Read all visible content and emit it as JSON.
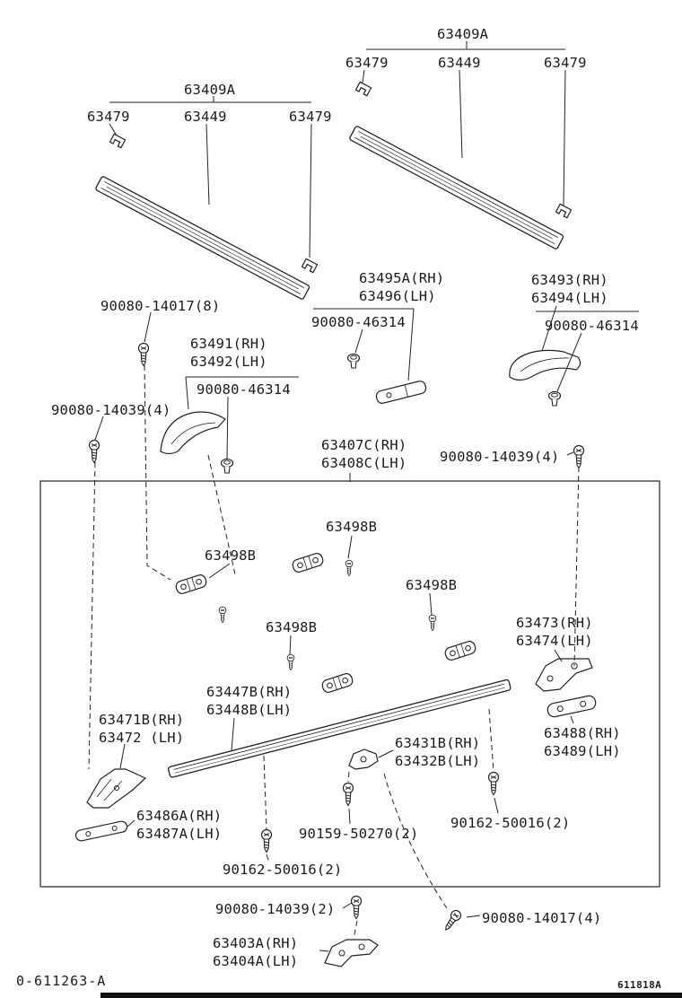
{
  "doc": {
    "drawing_number": "0-611263-A",
    "sheet_code": "611818A",
    "bg_color": "#ffffff",
    "line_color": "#222222"
  },
  "labels": {
    "rack_assy_right": "63409A",
    "rack_cap_right_front": "63479",
    "rack_rail_right": "63449",
    "rack_cap_right_rear": "63479",
    "rack_assy_left": "63409A",
    "rack_cap_left_front": "63479",
    "rack_rail_left": "63449",
    "rack_cap_left_rear": "63479",
    "screw_14017_8": "90080-14017(8)",
    "moulding_495": {
      "l1": "63495A(RH)",
      "l2": "63496(LH)"
    },
    "moulding_493": {
      "l1": "63493(RH)",
      "l2": "63494(LH)"
    },
    "grommet_a": "90080-46314",
    "grommet_b": "90080-46314",
    "grommet_c": "90080-46314",
    "moulding_491": {
      "l1": "63491(RH)",
      "l2": "63492(LH)"
    },
    "screw_14039_4_left": "90080-14039(4)",
    "assy_407": {
      "l1": "63407C(RH)",
      "l2": "63408C(LH)"
    },
    "screw_14039_4_right": "90080-14039(4)",
    "clip_498_1": "63498B",
    "clip_498_2": "63498B",
    "clip_498_3": "63498B",
    "clip_498_4": "63498B",
    "bracket_473": {
      "l1": "63473(RH)",
      "l2": "63474(LH)"
    },
    "moulding_447": {
      "l1": "63447B(RH)",
      "l2": "63448B(LH)"
    },
    "cap_471": {
      "l1": "63471B(RH)",
      "l2": "63472 (LH)"
    },
    "plate_488": {
      "l1": "63488(RH)",
      "l2": "63489(LH)"
    },
    "clip_431": {
      "l1": "63431B(RH)",
      "l2": "63432B(LH)"
    },
    "pad_486": {
      "l1": "63486A(RH)",
      "l2": "63487A(LH)"
    },
    "screw_50270": "90159-50270(2)",
    "screw_50016_right": "90162-50016(2)",
    "screw_50016_left": "90162-50016(2)",
    "screw_14039_2": "90080-14039(2)",
    "screw_14017_4": "90080-14017(4)",
    "bracket_403": {
      "l1": "63403A(RH)",
      "l2": "63404A(LH)"
    }
  }
}
